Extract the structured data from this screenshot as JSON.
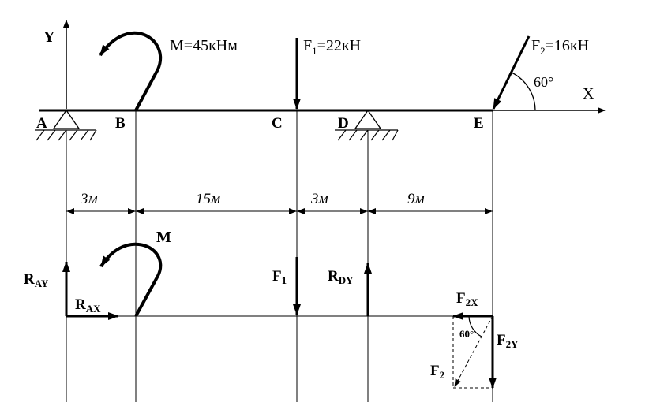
{
  "axes": {
    "y": "Y",
    "x": "X"
  },
  "points": {
    "a": "A",
    "b": "B",
    "c": "C",
    "d": "D",
    "e": "E"
  },
  "loads": {
    "moment": "M=45кНм",
    "f1": "F",
    "f1_sub": "1",
    "f1_val": "=22кН",
    "f2": "F",
    "f2_sub": "2",
    "f2_val": "=16кН",
    "f2_angle": "60°"
  },
  "dimensions": [
    "3м",
    "15м",
    "3м",
    "9м"
  ],
  "fbd": {
    "moment": "M",
    "f1": "F",
    "f1_sub": "1",
    "ray": "R",
    "ray_sub": "AY",
    "rax": "R",
    "rax_sub": "AX",
    "rdy": "R",
    "rdy_sub": "DY",
    "f2x": "F",
    "f2x_sub": "2X",
    "f2y": "F",
    "f2y_sub": "2Y",
    "f2": "F",
    "f2_sub": "2",
    "angle": "60°"
  }
}
